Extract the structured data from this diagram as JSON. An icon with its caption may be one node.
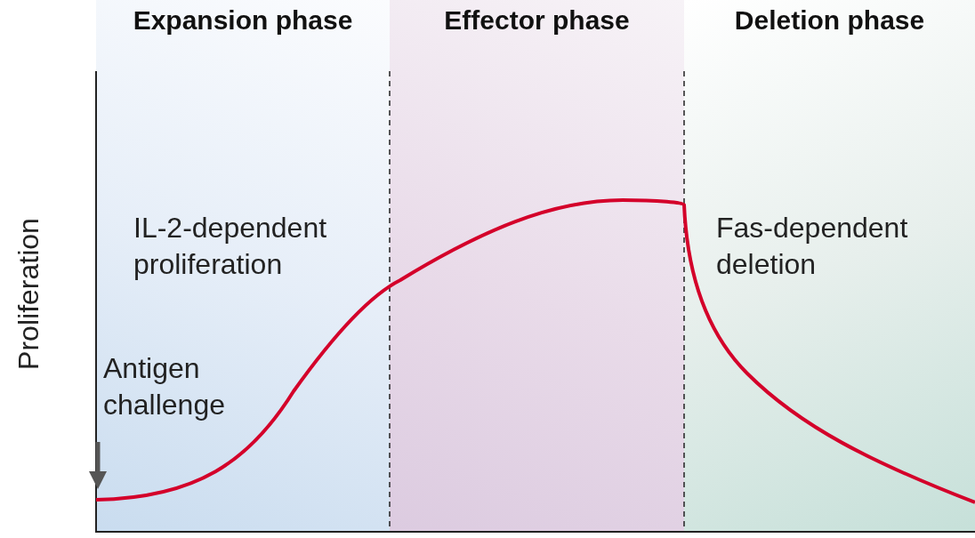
{
  "diagram": {
    "nodes": [
      {
        "text": [
          "Expansion phase",
          "IL-2-dependent proliferation",
          "Antigen challenge"
        ]
      },
      {
        "text": [
          "Effector phase"
        ]
      },
      {
        "text": [
          "Deletion phase",
          "Fas-dependent deletion"
        ]
      }
    ],
    "labels": [
      "Proliferation"
    ]
  }
}
